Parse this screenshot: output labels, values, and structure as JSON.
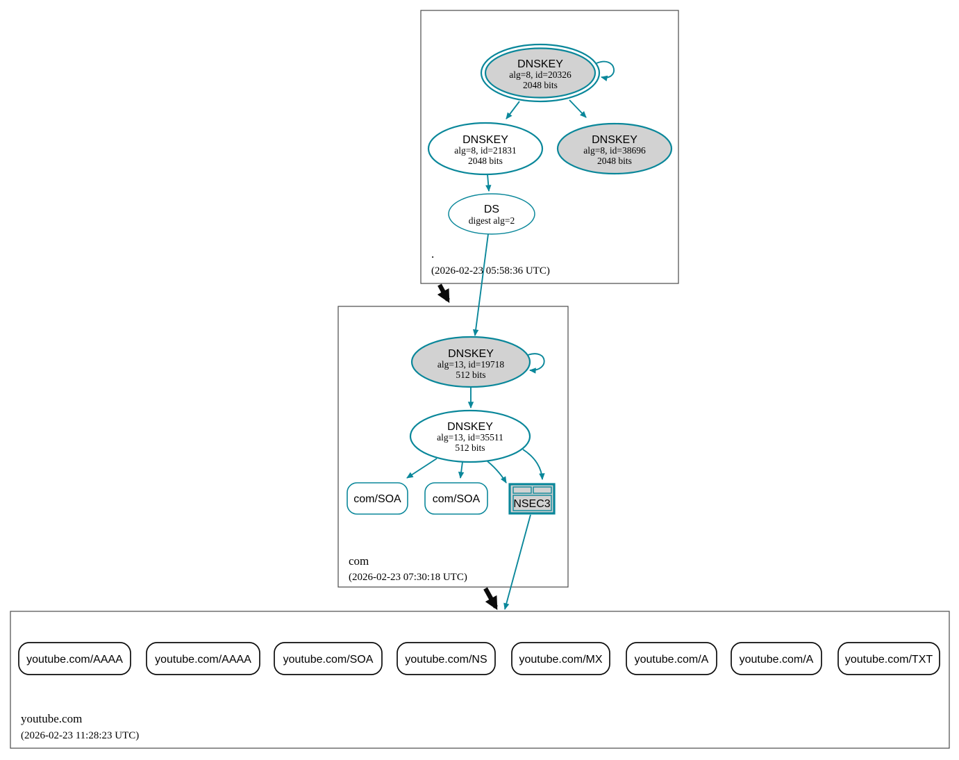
{
  "colors": {
    "secure_teal": "#0a879a",
    "ksk_fill": "#d2d2d2",
    "node_fill": "#ffffff",
    "zone_border": "#4a4a4a",
    "insecure_black": "#0b0b0b"
  },
  "zones": {
    "root": {
      "label": ".",
      "timestamp": "(2026-02-23 05:58:36 UTC)",
      "nodes": {
        "ksk": {
          "title": "DNSKEY",
          "detail1": "alg=8, id=20326",
          "detail2": "2048 bits"
        },
        "zsk": {
          "title": "DNSKEY",
          "detail1": "alg=8, id=21831",
          "detail2": "2048 bits"
        },
        "ksk2": {
          "title": "DNSKEY",
          "detail1": "alg=8, id=38696",
          "detail2": "2048 bits"
        },
        "ds": {
          "title": "DS",
          "detail1": "digest alg=2"
        }
      }
    },
    "com": {
      "label": "com",
      "timestamp": "(2026-02-23 07:30:18 UTC)",
      "nodes": {
        "ksk": {
          "title": "DNSKEY",
          "detail1": "alg=13, id=19718",
          "detail2": "512 bits"
        },
        "zsk": {
          "title": "DNSKEY",
          "detail1": "alg=13, id=35511",
          "detail2": "512 bits"
        },
        "soa1": {
          "label": "com/SOA"
        },
        "soa2": {
          "label": "com/SOA"
        },
        "nsec3": {
          "label": "NSEC3"
        }
      }
    },
    "youtube": {
      "label": "youtube.com",
      "timestamp": "(2026-02-23 11:28:23 UTC)",
      "rrsets": [
        "youtube.com/AAAA",
        "youtube.com/AAAA",
        "youtube.com/SOA",
        "youtube.com/NS",
        "youtube.com/MX",
        "youtube.com/A",
        "youtube.com/A",
        "youtube.com/TXT"
      ]
    }
  }
}
